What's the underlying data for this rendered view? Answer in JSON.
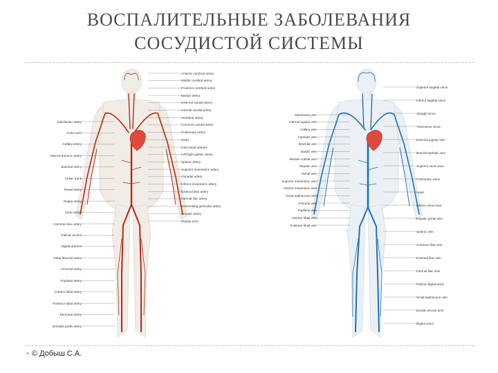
{
  "slide": {
    "title_line1": "ВОСПАЛИТЕЛЬНЫЕ ЗАБОЛЕВАНИЯ",
    "title_line2": "СОСУДИСТОЙ СИСТЕМЫ",
    "credit": "© Добыш С.А."
  },
  "colors": {
    "artery": "#b22a14",
    "vein": "#1f6fb5",
    "heart": "#e04a3c",
    "body": "#f1ece6"
  },
  "arteries": {
    "left_labels": [
      "Subclavian artery",
      "Aortic arch",
      "Axillary artery",
      "Internal thoracic artery",
      "Brachial artery",
      "Celiac trunk",
      "Renal artery",
      "Radial artery",
      "Ulnar artery",
      "Common iliac artery",
      "Palmar arches",
      "Digital arteries",
      "Deep femoral artery",
      "Femoral artery",
      "Popliteal artery",
      "Anterior tibial artery",
      "Posterior tibial artery",
      "Peroneal artery",
      "Dorsalis pedis artery"
    ],
    "right_labels": [
      "Anterior cerebral artery",
      "Middle cerebral artery",
      "Posterior cerebral artery",
      "Basilar artery",
      "External carotid artery",
      "Internal carotid artery",
      "Vertebral artery",
      "Common carotid artery",
      "Pulmonary artery",
      "Heart",
      "Intercostal arteries",
      "Left/right gastric artery",
      "Splenic artery",
      "Superior mesenteric artery",
      "Gonadal artery",
      "Inferior mesenteric artery",
      "External iliac artery",
      "Internal iliac artery",
      "Descending genicular artery",
      "Arcuate artery",
      "Plantar arch"
    ]
  },
  "veins": {
    "left_labels": [
      "Subclavian vein",
      "Internal jugular vein",
      "Axillary vein",
      "Cephalic vein",
      "Brachial vein",
      "Basilic vein",
      "Median cubital vein",
      "Hepatic vein",
      "Renal vein",
      "Superior mesenteric vein",
      "Inferior mesenteric vein",
      "Great saphenous vein",
      "Femoral vein",
      "Popliteal vein",
      "Anterior tibial vein",
      "Posterior tibial vein"
    ],
    "right_labels": [
      "Superior sagittal sinus",
      "Inferior sagittal sinus",
      "Straight sinus",
      "Transverse sinus",
      "External jugular vein",
      "Brachiocephalic vein",
      "Superior vena cava",
      "Pulmonary veins",
      "Heart",
      "Inferior vena cava",
      "Hepatic portal vein",
      "Splenic vein",
      "Common iliac vein",
      "External iliac vein",
      "Internal iliac vein",
      "Palmar digital veins",
      "Small saphenous vein",
      "Dorsal venous arch",
      "Digital veins"
    ]
  }
}
